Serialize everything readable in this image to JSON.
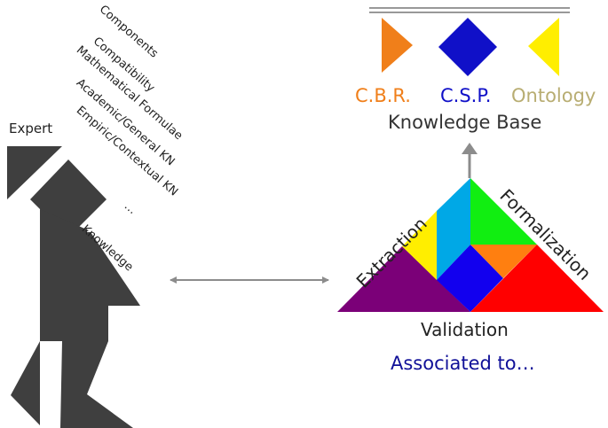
{
  "colors": {
    "figure": "#3f3f3f",
    "arrow": "#8c8c8c",
    "cbr": "#f07f1a",
    "csp": "#1010c8",
    "ontology": "#b8ad72",
    "associated": "#101098",
    "purple": "#7b0078",
    "yellow": "#ffee00",
    "cyan": "#00a8e6",
    "green": "#11ee11",
    "orange": "#ff7f10",
    "blue": "#1200ee",
    "red": "#ff0000"
  },
  "expert": {
    "label": "Expert",
    "knowledge_items": [
      "Components",
      "Compatibility",
      "Mathematical Formulae",
      "Academic/General KN",
      "Empiric/Contextual KN",
      "…"
    ],
    "knowledge_label": "Knowledge"
  },
  "knowledge_base": {
    "cbr": "C.B.R.",
    "csp": "C.S.P.",
    "ontology": "Ontology",
    "title": "Knowledge Base"
  },
  "pyramid": {
    "extraction": "Extraction",
    "formalization": "Formalization",
    "validation": "Validation"
  },
  "associated": "Associated to…"
}
